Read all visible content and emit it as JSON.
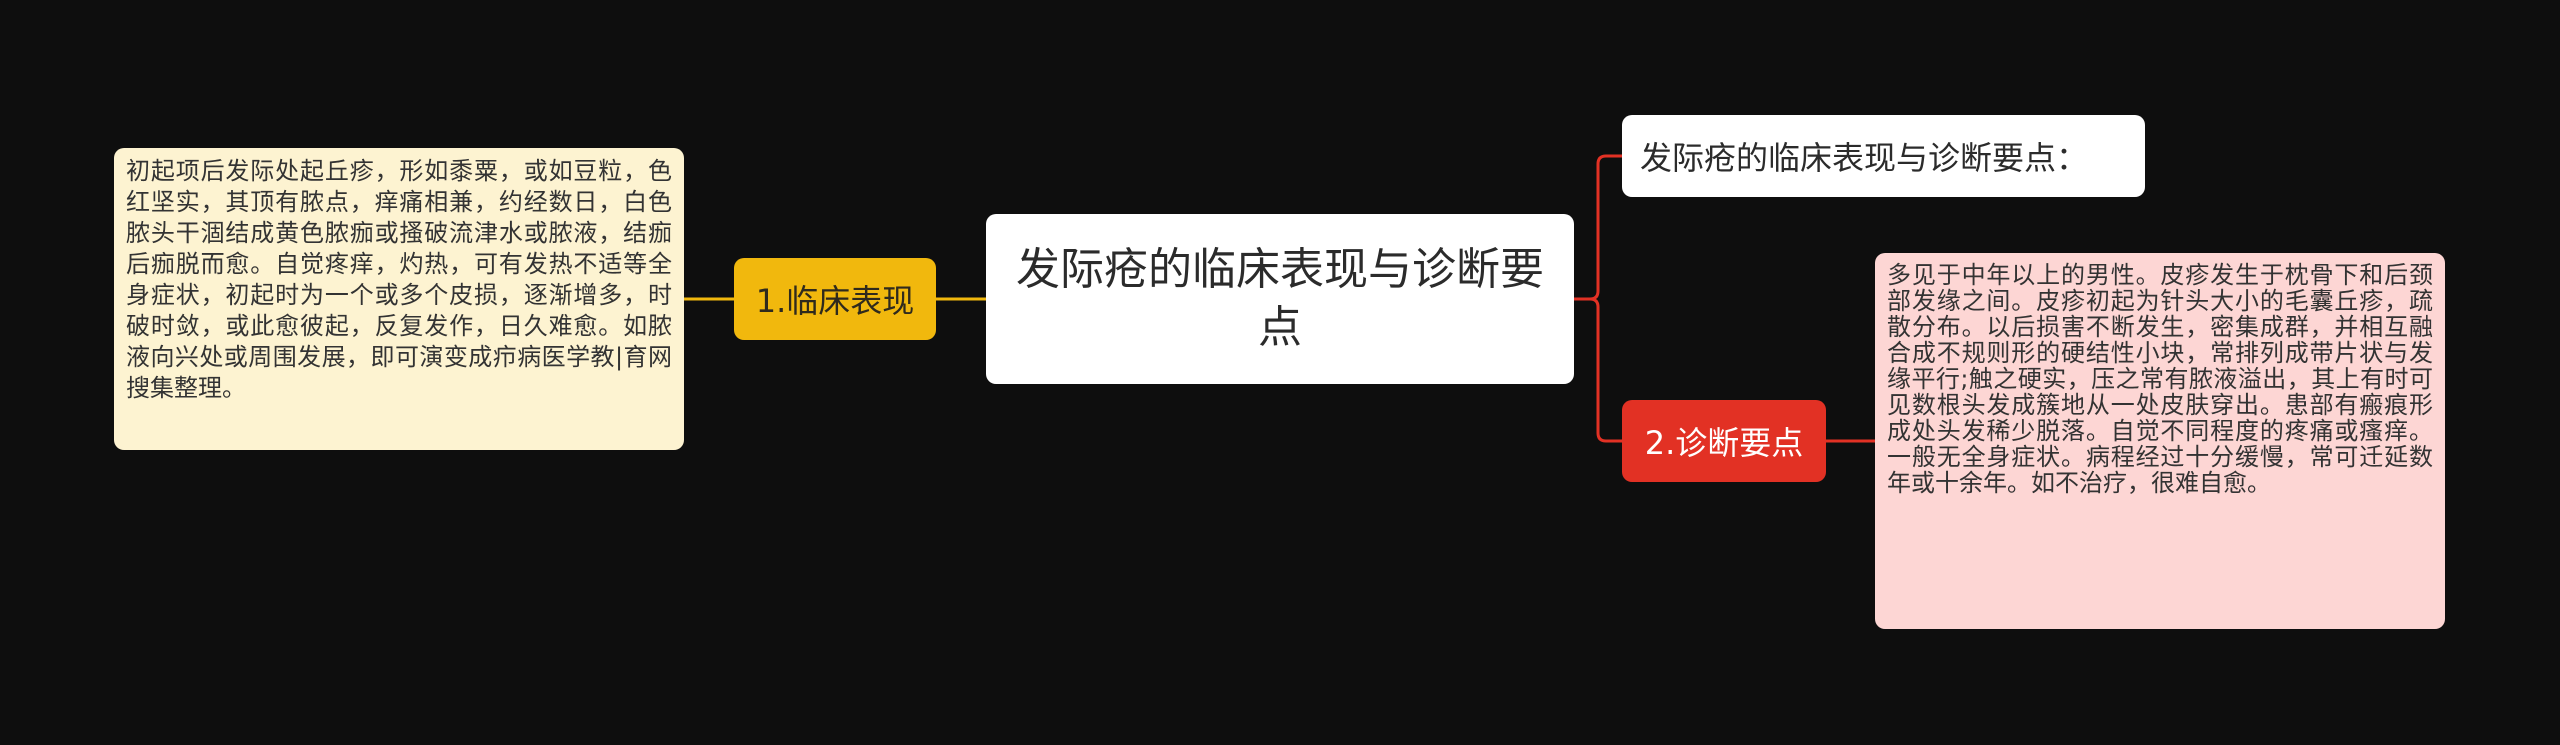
{
  "root": {
    "title": "发际疮的临床表现与诊断要点"
  },
  "left_branch": {
    "label": "1.临床表现",
    "detail": "初起项后发际处起丘疹，形如黍粟，或如豆粒，色红坚实，其顶有脓点，痒痛相兼，约经数日，白色脓头干涸结成黄色脓痂或搔破流津水或脓液，结痂后痂脱而愈。自觉疼痒，灼热，可有发热不适等全身症状，初起时为一个或多个皮损，逐渐增多，时破时敛，或此愈彼起，反复发作，日久难愈。如脓液向兴处或周围发展，即可演变成疖病医学教|育网搜集整理。"
  },
  "right_title": {
    "label": "发际疮的临床表现与诊断要点："
  },
  "right_branch": {
    "label": "2.诊断要点",
    "detail": "多见于中年以上的男性。皮疹发生于枕骨下和后颈部发缘之间。皮疹初起为针头大小的毛囊丘疹，疏散分布。以后损害不断发生，密集成群，并相互融合成不规则形的硬结性小块，常排列成带片状与发缘平行;触之硬实，压之常有脓液溢出，其上有时可见数根头发成簇地从一处皮肤穿出。患部有瘢痕形成处头发稀少脱落。自觉不同程度的疼痛或瘙痒。一般无全身症状。病程经过十分缓慢，常可迁延数年或十余年。如不治疗，很难自愈。"
  },
  "colors": {
    "background": "#0e0e0e",
    "root_fill": "#ffffff",
    "left_accent": "#f1b80d",
    "left_detail_fill": "#fdf3d1",
    "right_accent": "#e23124",
    "right_detail_fill": "#fdd6d4"
  }
}
